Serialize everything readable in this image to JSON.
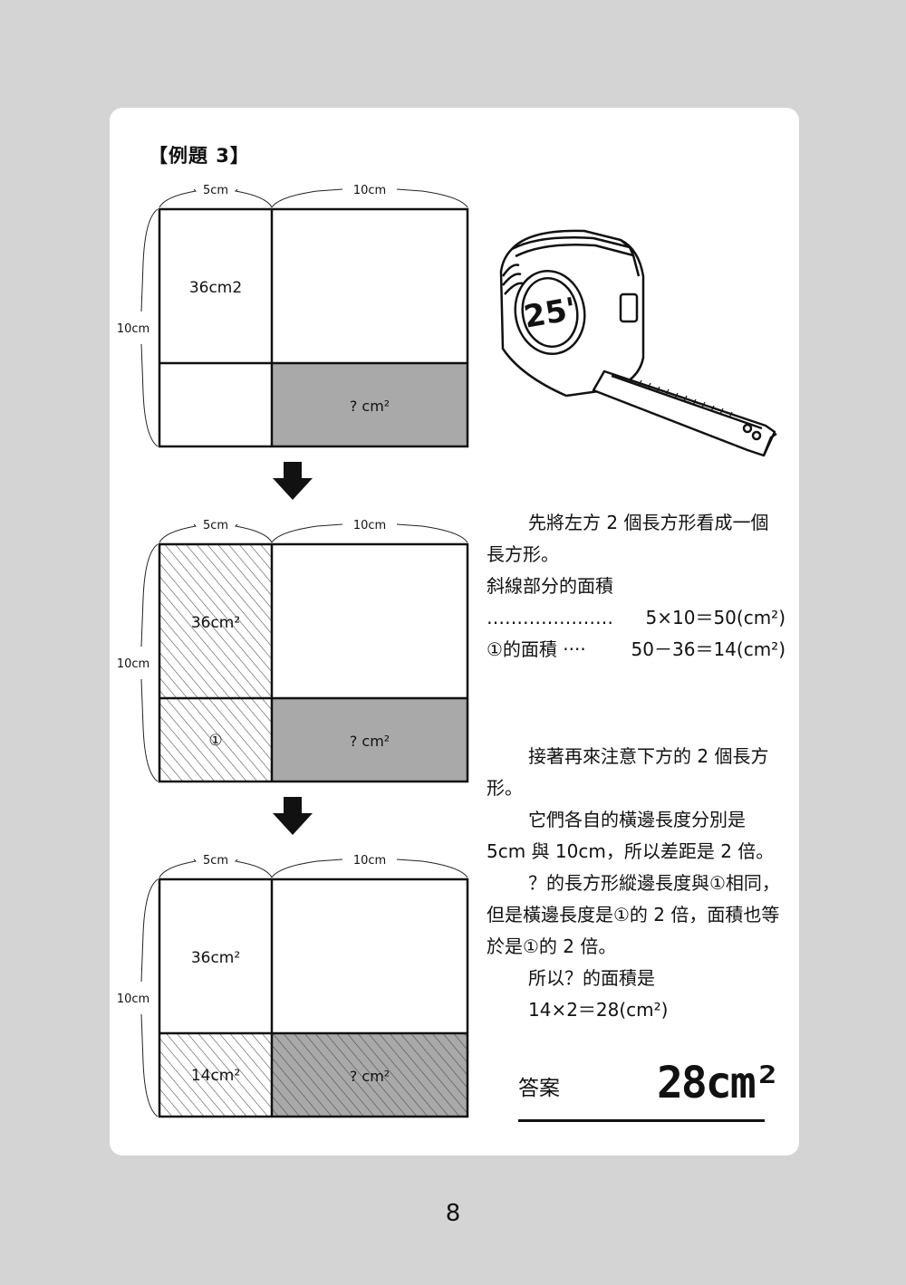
{
  "heading": "【例題 3】",
  "figures": [
    {
      "top_width": "5cm",
      "right_width": "10cm",
      "height": "10cm",
      "tl_label": "36cm2",
      "bl_label": "",
      "br_label": "? cm²"
    },
    {
      "top_width": "5cm",
      "right_width": "10cm",
      "height": "10cm",
      "tl_label": "36cm²",
      "bl_label": "①",
      "br_label": "? cm²"
    },
    {
      "top_width": "5cm",
      "right_width": "10cm",
      "height": "10cm",
      "tl_label": "36cm²",
      "bl_label": "14cm²",
      "br_label": "? cm²"
    }
  ],
  "tape_label": "25'",
  "explanation": {
    "p1": "先將左方 2 個長方形看成一個長方形。",
    "p2": "斜線部分的面積",
    "calc1_leader": "…………………",
    "calc1_value": "5×10＝50(cm²)",
    "calc2_leader": "①的面積 ····",
    "calc2_value": "50－36＝14(cm²)",
    "p3": "接著再來注意下方的 2 個長方形。",
    "p4": "它們各自的橫邊長度分別是 5cm 與 10cm，所以差距是 2 倍。",
    "p5": "？的長方形縱邊長度與①相同，但是橫邊長度是①的 2 倍，面積也等於是①的 2 倍。",
    "p6": "所以？的面積是",
    "p7": "14×2＝28(cm²)"
  },
  "answer": {
    "label": "答案",
    "value": "28cm²"
  },
  "page_number": "8"
}
